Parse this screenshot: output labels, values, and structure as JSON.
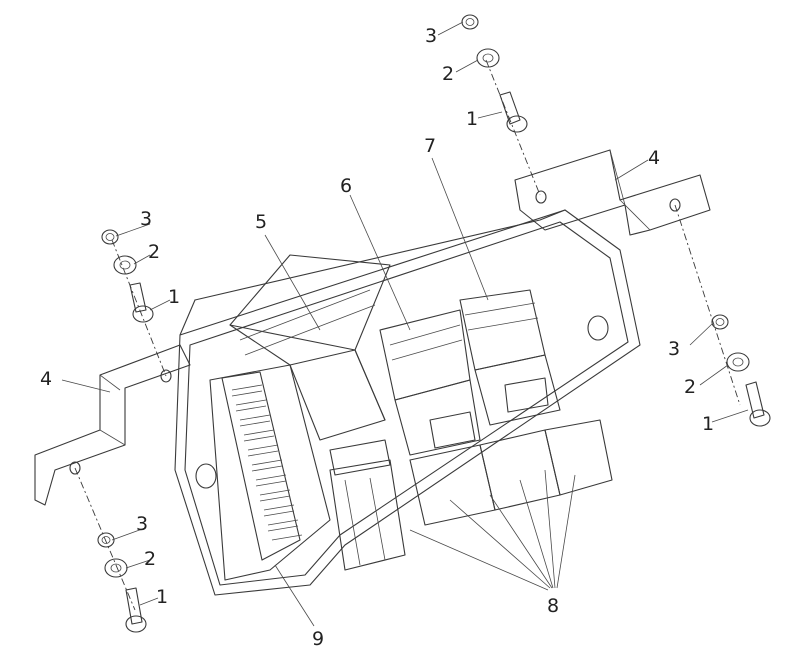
{
  "diagram": {
    "callouts": [
      {
        "id": "c3a",
        "text": "3"
      },
      {
        "id": "c2a",
        "text": "2"
      },
      {
        "id": "c1a",
        "text": "1"
      },
      {
        "id": "c4a",
        "text": "4"
      },
      {
        "id": "c3b",
        "text": "3"
      },
      {
        "id": "c2b",
        "text": "2"
      },
      {
        "id": "c1b",
        "text": "1"
      },
      {
        "id": "c4b",
        "text": "4"
      },
      {
        "id": "c3c",
        "text": "3"
      },
      {
        "id": "c2c",
        "text": "2"
      },
      {
        "id": "c1c",
        "text": "1"
      },
      {
        "id": "c3d",
        "text": "3"
      },
      {
        "id": "c2d",
        "text": "2"
      },
      {
        "id": "c1d",
        "text": "1"
      },
      {
        "id": "c5",
        "text": "5"
      },
      {
        "id": "c6",
        "text": "6"
      },
      {
        "id": "c7",
        "text": "7"
      },
      {
        "id": "c8",
        "text": "8"
      },
      {
        "id": "c9",
        "text": "9"
      }
    ]
  }
}
